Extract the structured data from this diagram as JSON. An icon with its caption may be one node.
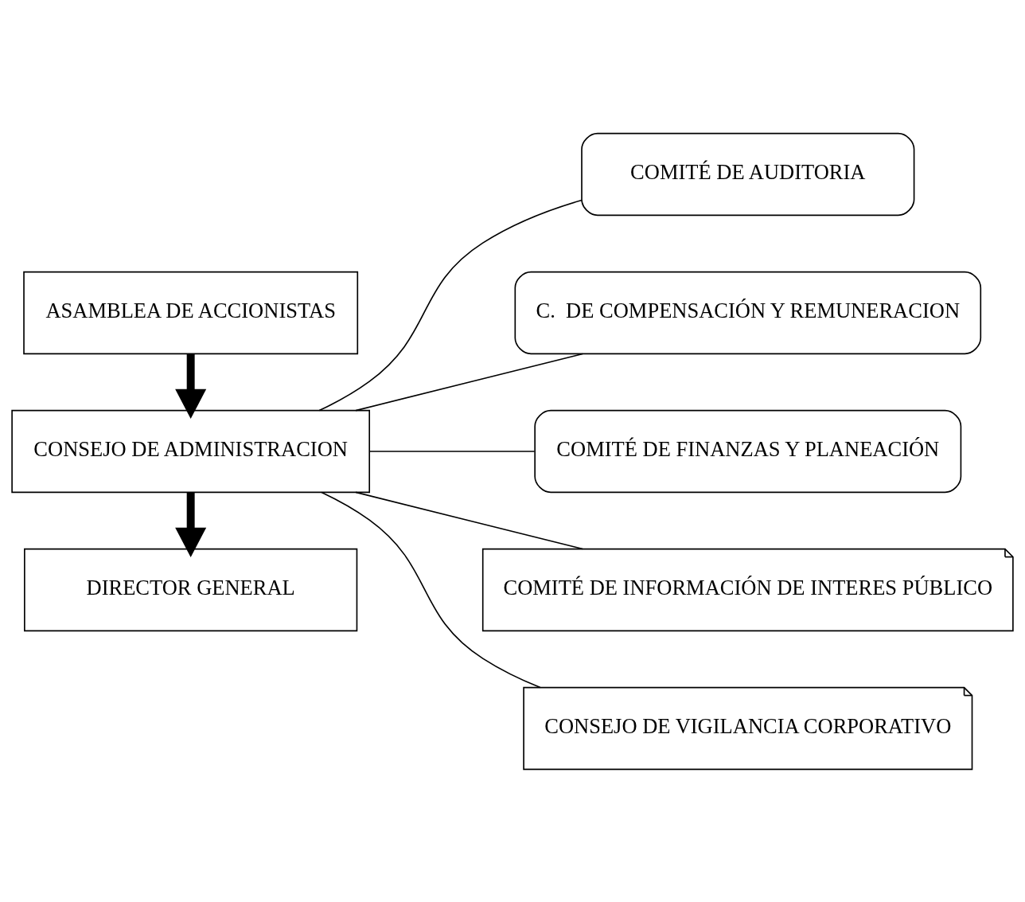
{
  "diagram": {
    "nodes": [
      {
        "text": [
          "ASAMBLEA DE ACCIONISTAS"
        ]
      },
      {
        "text": [
          "CONSEJO DE ADMINISTRACION"
        ]
      },
      {
        "text": [
          "DIRECTOR GENERAL"
        ]
      },
      {
        "text": [
          "COMITÉ DE AUDITORIA"
        ]
      },
      {
        "text": [
          "C.  DE COMPENSACIÓN Y REMUNERACION"
        ]
      },
      {
        "text": [
          "COMITÉ DE FINANZAS Y PLANEACIÓN"
        ]
      },
      {
        "text": [
          "COMITÉ DE INFORMACIÓN DE INTERES PÚBLICO"
        ]
      },
      {
        "text": [
          "CONSEJO DE VIGILANCIA CORPORATIVO"
        ]
      }
    ],
    "edges": [
      {
        "from": 0,
        "to": 1,
        "arrow": "to",
        "style": "thick"
      },
      {
        "from": 1,
        "to": 2,
        "arrow": "to",
        "style": "thick"
      },
      {
        "from": 1,
        "to": 3,
        "arrow": "none"
      },
      {
        "from": 1,
        "to": 4,
        "arrow": "none"
      },
      {
        "from": 1,
        "to": 5,
        "arrow": "none"
      },
      {
        "from": 1,
        "to": 6,
        "arrow": "none"
      },
      {
        "from": 1,
        "to": 7,
        "arrow": "none"
      }
    ]
  }
}
